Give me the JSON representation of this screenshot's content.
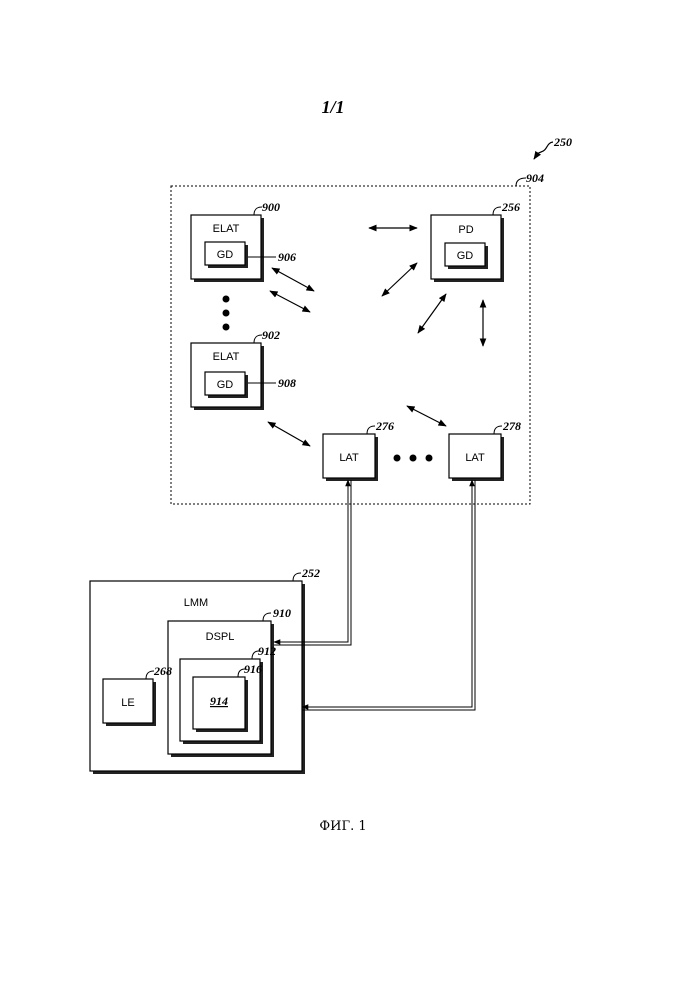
{
  "sheet_label": "1/1",
  "caption": "ФИГ. 1",
  "refs": {
    "r250": "250",
    "r904": "904",
    "r900": "900",
    "r256": "256",
    "r906": "906",
    "r902": "902",
    "r908": "908",
    "r276": "276",
    "r278": "278",
    "r252": "252",
    "r910": "910",
    "r912": "912",
    "r916": "916",
    "r268": "268",
    "r914": "914"
  },
  "blocks": {
    "elat_top": "ELAT",
    "gd_top": "GD",
    "elat_bottom": "ELAT",
    "gd_bottom": "GD",
    "pd": "PD",
    "gd_pd": "GD",
    "lat_left": "LAT",
    "lat_right": "LAT",
    "lmm": "LMM",
    "dspl": "DSPL",
    "le": "LE"
  },
  "colors": {
    "line": "#000000",
    "shadow": "#222222"
  }
}
